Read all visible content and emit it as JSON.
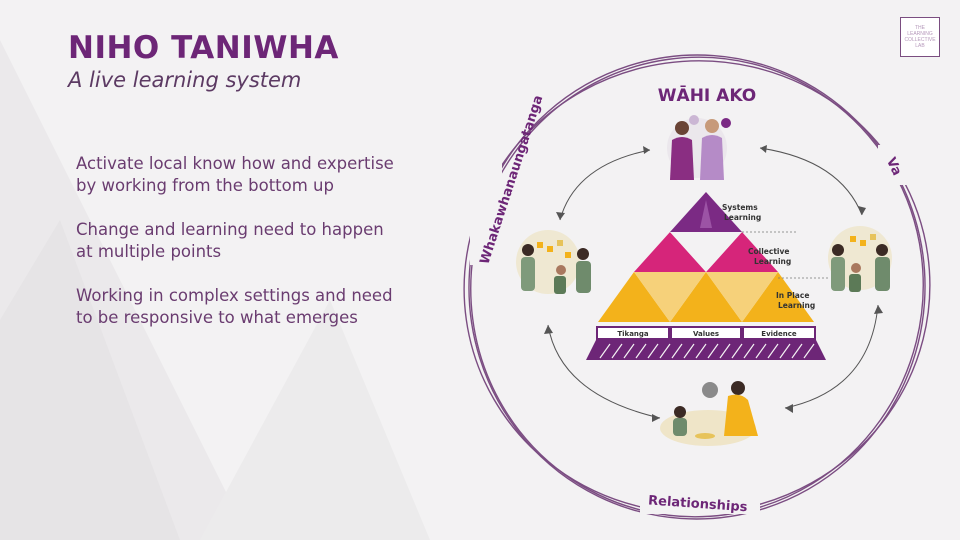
{
  "slide": {
    "title": "NIHO TANIWHA",
    "subtitle": "A live learning system",
    "bullets": [
      "Activate local know how and expertise by working from the bottom up",
      "Change and learning need to happen at multiple points",
      "Working in complex settings and need to be responsive to what emerges"
    ]
  },
  "diagram": {
    "heading": "WĀHI AKO",
    "ring_labels": {
      "left": "Whakawhanaungatanga",
      "right": "Va",
      "bottom": "Relationships"
    },
    "pyramid": {
      "levels": [
        {
          "label_line1": "Systems",
          "label_line2": "Learning",
          "color": "#7b2a84"
        },
        {
          "label_line1": "Collective",
          "label_line2": "Learning",
          "color": "#d6257a"
        },
        {
          "label_line1": "In Place",
          "label_line2": "Learning",
          "color": "#f3b21b"
        }
      ],
      "base_labels": [
        "Tikanga",
        "Values",
        "Evidence"
      ]
    },
    "illustrations": [
      "people-talking-icon",
      "team-sticky-notes-icon",
      "team-sticky-notes-icon",
      "adult-child-playing-icon"
    ]
  },
  "logo": {
    "lines": [
      "THE",
      "LEARNING",
      "COLLECTIVE",
      "LAB"
    ]
  },
  "colors": {
    "brand_purple": "#6d2677",
    "magenta": "#d6257a",
    "yellow": "#f3b21b",
    "ring": "#7b4d82"
  }
}
